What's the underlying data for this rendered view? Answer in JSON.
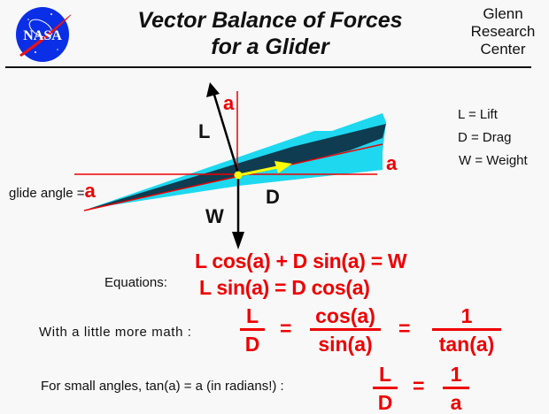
{
  "header": {
    "logo": "NASA",
    "title_line1": "Vector Balance of Forces",
    "title_line2": "for a Glider",
    "center_line1": "Glenn",
    "center_line2": "Research",
    "center_line3": "Center"
  },
  "legend": {
    "lift": "L = Lift",
    "drag": "D = Drag",
    "weight": "W = Weight"
  },
  "diagram": {
    "lift_label": "L",
    "drag_label": "D",
    "weight_label": "W",
    "angle_symbol": "a",
    "glide_angle_label": "glide angle =",
    "colors": {
      "glider_light": "#1ed8f0",
      "glider_dark": "#0f3c50",
      "lines": "#ee0000",
      "drag_arrow": "#ffff00",
      "vectors": "#000000"
    }
  },
  "equations": {
    "label": "Equations:",
    "line1": "L cos(a) +  D sin(a)  =  W",
    "line2": "L sin(a) =  D cos(a)"
  },
  "more_math": {
    "label": "With a little more math :",
    "frac1_num": "L",
    "frac1_den": "D",
    "eq1": "=",
    "frac2_num": "cos(a)",
    "frac2_den": "sin(a)",
    "eq2": "=",
    "frac3_num": "1",
    "frac3_den": "tan(a)"
  },
  "small_angles": {
    "label": "For small angles, tan(a) = a (in radians!) :",
    "frac1_num": "L",
    "frac1_den": "D",
    "eq": "=",
    "frac2_num": "1",
    "frac2_den": "a"
  }
}
